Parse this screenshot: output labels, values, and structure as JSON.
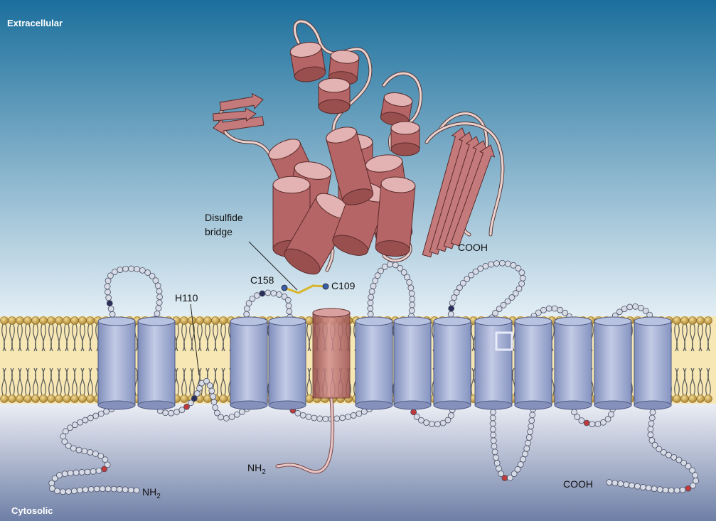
{
  "regions": {
    "extracellular": "Extracellular",
    "cytosolic": "Cytosolic"
  },
  "labels": {
    "disulfide_line1": "Disulfide",
    "disulfide_line2": "bridge",
    "c158": "C158",
    "c109": "C109",
    "h110": "H110",
    "cooh_top": "COOH",
    "nh2_left_base": "NH",
    "nh2_left_sub": "2",
    "nh2_mid_base": "NH",
    "nh2_mid_sub": "2",
    "cooh_right": "COOH"
  },
  "colors": {
    "extracellular_top": "#1b6f9c",
    "extracellular_bottom": "#e3eef5",
    "cytosol_top": "#e6e9f2",
    "cytosol_bottom": "#6e7fa6",
    "membrane_core": "#f6e7b4",
    "lipid_head": "#d8b35c",
    "tm_helix": "#a8b4d6",
    "extracellular_domain": "#b96a6a",
    "bead": "#d6dbe6",
    "bead_red": "#c0393b",
    "bead_dark": "#2a2f5a",
    "disulfide": "#d9b52a"
  }
}
